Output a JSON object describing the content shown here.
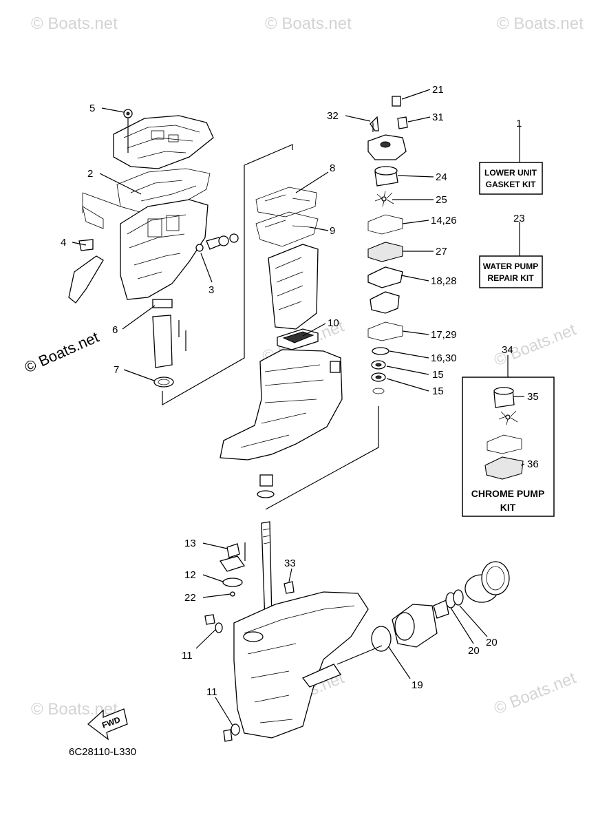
{
  "diagram_code": "6C28110-L330",
  "watermark": "© Boats.net",
  "fwd_label": "FWD",
  "kits": {
    "lower_unit_gasket": {
      "line1": "LOWER UNIT",
      "line2": "GASKET KIT"
    },
    "water_pump_repair": {
      "line1": "WATER PUMP",
      "line2": "REPAIR KIT"
    },
    "chrome_pump": {
      "line1": "CHROME PUMP",
      "line2": "KIT"
    }
  },
  "callouts": {
    "c1": "1",
    "c2": "2",
    "c3": "3",
    "c4": "4",
    "c5": "5",
    "c6": "6",
    "c7": "7",
    "c8": "8",
    "c9": "9",
    "c10": "10",
    "c11a": "11",
    "c11b": "11",
    "c12": "12",
    "c13": "13",
    "c14_26": "14,26",
    "c15a": "15",
    "c15b": "15",
    "c16_30": "16,30",
    "c17_29": "17,29",
    "c18_28": "18,28",
    "c19": "19",
    "c20a": "20",
    "c20b": "20",
    "c21": "21",
    "c22": "22",
    "c23": "23",
    "c24": "24",
    "c25": "25",
    "c27": "27",
    "c31": "31",
    "c32": "32",
    "c33": "33",
    "c34": "34",
    "c35": "35",
    "c36": "36"
  }
}
